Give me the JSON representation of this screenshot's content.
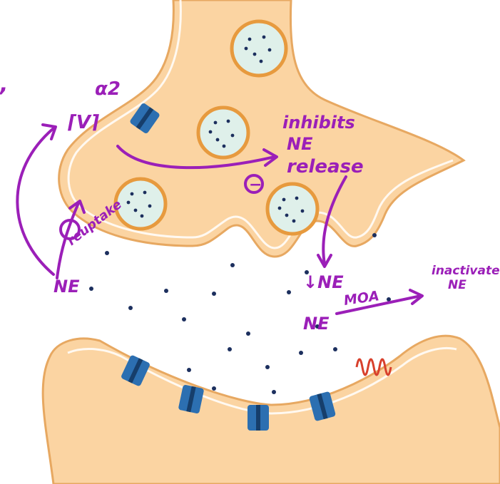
{
  "annotations": {
    "partial_comma": ",",
    "alpha2": "α2",
    "receptor_glyph": "⌈V⌉",
    "inhibits": "inhibits",
    "inhibits_ne": "NE",
    "release": "release",
    "minus": "−",
    "reuptake": "reuptake",
    "ne_left": "NE",
    "down_ne": "↓NE",
    "ne_mao": "NE",
    "mao": "MOA",
    "inactivate": "inactivate",
    "inactivate_ne": "NE"
  },
  "colors": {
    "ink": "#9b1fb8",
    "membrane_fill": "#fbd4a2",
    "membrane_edge": "#e7a861",
    "vesicle_fill": "#dff0ea",
    "vesicle_edge": "#e79a3e",
    "receptor": "#2c6fb1",
    "dot": "#1c2f5e",
    "enzyme": "#d8402c"
  }
}
